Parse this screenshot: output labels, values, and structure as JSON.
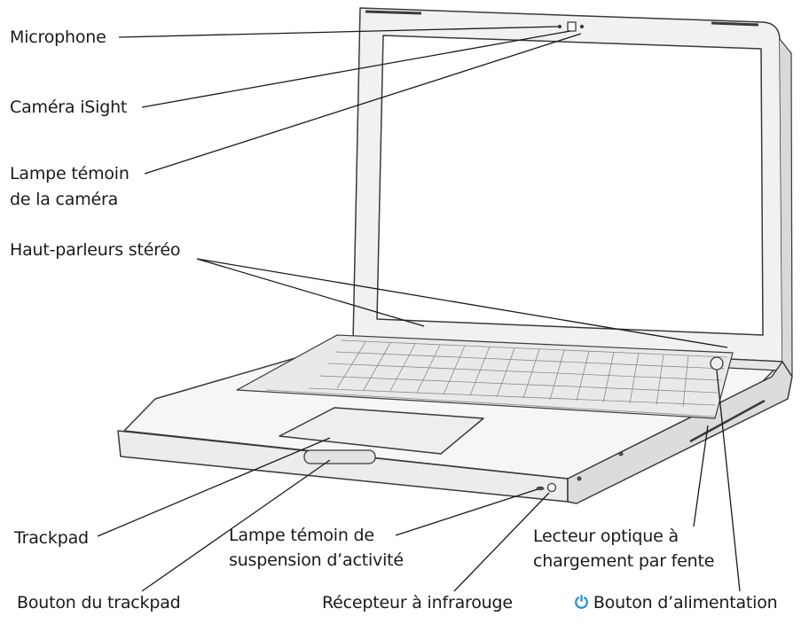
{
  "labels": {
    "microphone": "Microphone",
    "isight_camera": "Caméra iSight",
    "camera_light_line1": "Lampe témoin",
    "camera_light_line2": "de la caméra",
    "stereo_speakers": "Haut-parleurs stéréo",
    "trackpad": "Trackpad",
    "trackpad_button": "Bouton du trackpad",
    "sleep_light_line1": "Lampe témoin de",
    "sleep_light_line2": "suspension d’activité",
    "ir_receiver": "Récepteur à infrarouge",
    "optical_drive_line1": "Lecteur optique à",
    "optical_drive_line2": "chargement par fente",
    "power_button": "Bouton d’alimentation"
  },
  "icons": {
    "power": "power-icon"
  },
  "colors": {
    "power_icon": "#1a8fd8",
    "line": "#1a1a1a"
  }
}
